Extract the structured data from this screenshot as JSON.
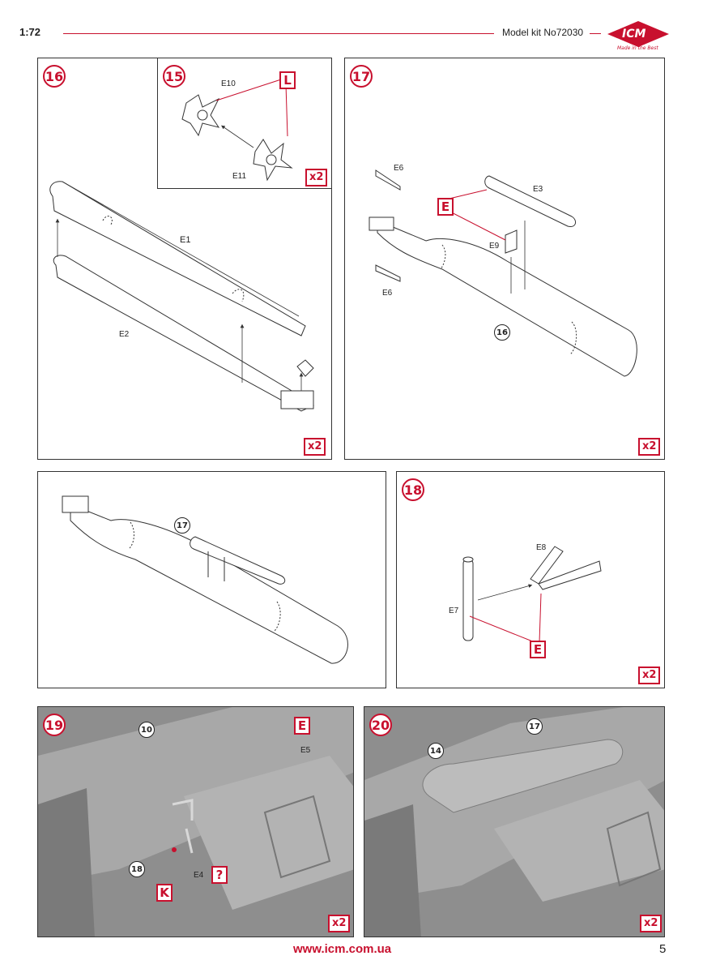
{
  "header": {
    "scale": "1:72",
    "model_kit": "Model kit No72030",
    "logo_text": "ICM",
    "logo_tagline": "Made in the Best"
  },
  "steps": {
    "s16": {
      "number": "16",
      "multiplier": "x2",
      "labels": {
        "e1": "E1",
        "e2": "E2"
      }
    },
    "s15": {
      "number": "15",
      "multiplier": "x2",
      "color_code": "L",
      "labels": {
        "e10": "E10",
        "e11": "E11"
      }
    },
    "s17": {
      "number": "17",
      "multiplier": "x2",
      "color_code": "E",
      "ref": "16",
      "labels": {
        "e6a": "E6",
        "e6b": "E6",
        "e3": "E3",
        "e9": "E9"
      }
    },
    "s17result": {
      "ref": "17"
    },
    "s18": {
      "number": "18",
      "multiplier": "x2",
      "color_code": "E",
      "labels": {
        "e8": "E8",
        "e7": "E7"
      }
    },
    "s19": {
      "number": "19",
      "multiplier": "x2",
      "color_code_e": "E",
      "color_code_k": "K",
      "color_code_q": "?",
      "ref10": "10",
      "ref18": "18",
      "labels": {
        "e5": "E5",
        "e4": "E4"
      }
    },
    "s20": {
      "number": "20",
      "multiplier": "x2",
      "ref14": "14",
      "ref17": "17"
    }
  },
  "footer": {
    "url": "www.icm.com.ua",
    "page_number": "5"
  },
  "colors": {
    "accent": "#c8102e",
    "line": "#333333",
    "photo_gray": "#9b9b9b"
  }
}
